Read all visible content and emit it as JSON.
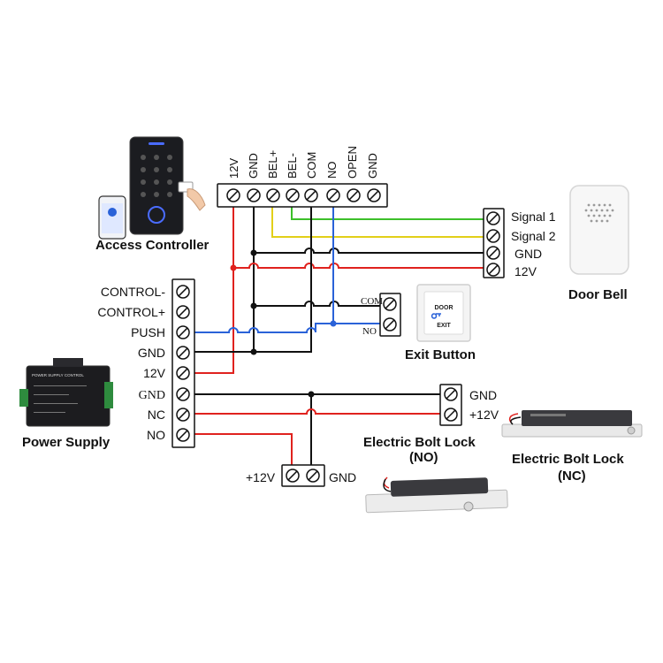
{
  "colors": {
    "red": "#e0221e",
    "black": "#111111",
    "blue": "#2a62d8",
    "green": "#3dbf2a",
    "yellow": "#e2cf19"
  },
  "access_controller": {
    "title": "Access Controller",
    "terminals": [
      "12V",
      "GND",
      "BEL+",
      "BEL-",
      "COM",
      "NO",
      "OPEN",
      "GND"
    ]
  },
  "power_supply": {
    "title": "Power Supply",
    "terminals": [
      "CONTROL-",
      "CONTROL+",
      "PUSH",
      "GND",
      "12V",
      "GND",
      "NC",
      "NO"
    ],
    "device_panel_text": "POWER SUPPLY CONTROL"
  },
  "door_bell": {
    "title": "Door Bell",
    "terminals": [
      "Signal 1",
      "Signal 2",
      "GND",
      "12V"
    ]
  },
  "exit_button": {
    "title": "Exit Button",
    "terminals": [
      "COM",
      "NO"
    ],
    "panel_line1": "DOOR",
    "panel_line2": "EXIT"
  },
  "bolt_lock_nc": {
    "title_line1": "Electric Bolt Lock",
    "title_line2": "(NC)",
    "terminals": [
      "GND",
      "+12V"
    ]
  },
  "bolt_lock_no": {
    "title_line1": "Electric Bolt Lock",
    "title_line2": "(NO)",
    "terminals": [
      "+12V",
      "GND"
    ]
  },
  "icons": [
    "keypad-device-icon",
    "smartphone-icon",
    "hand-card-icon",
    "power-supply-device-icon",
    "door-bell-device-icon",
    "exit-button-device-icon",
    "bolt-lock-icon"
  ]
}
